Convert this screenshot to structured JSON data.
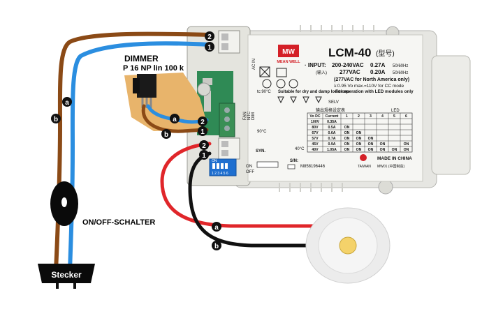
{
  "colors": {
    "brown": "#8b4a16",
    "blue": "#2b8ee0",
    "red": "#e0262a",
    "black": "#111111",
    "dimmer_box": "#e8b46b",
    "brand_red": "#d42027",
    "driver_body": "#f3f3f0",
    "pcb_green": "#2f8a55"
  },
  "dimmer": {
    "title": "DIMMER",
    "subtitle": "P 16 NP lin 100 k"
  },
  "labels": {
    "switch": "ON/OFF-SCHALTER",
    "plug": "Stecker"
  },
  "markers": {
    "a": "a",
    "b": "b",
    "one": "1",
    "two": "2"
  },
  "driver": {
    "brand": "MEAN WELL",
    "brand_logo": "MW",
    "model": "LCM-40",
    "model_suffix": "(型号)",
    "acin": "AC IN",
    "input_label": "· INPUT:",
    "input_line1_v": "200-240VAC",
    "input_line1_a": "0.27A",
    "input_line1_hz": "50/60Hz",
    "input_cn": "(输入)",
    "input_line2_v": "277VAC",
    "input_line2_a": "0.20A",
    "input_line2_hz": "50/60Hz",
    "input_note": "(277VAC for North America only)",
    "pf_line": "λ:0.95  Vo max.=110V for CC mode",
    "tc": "tc:90°C",
    "dry_damp": "Suitable for dry and damp locations",
    "led_note": "For operation with LED modules only",
    "selv": "SELV",
    "table_title": "输出规格设定表",
    "table_headers": [
      "Vo DC",
      "Current",
      "1",
      "2",
      "3",
      "4",
      "5",
      "6"
    ],
    "table_rows": [
      [
        "100V",
        "0.35A",
        "",
        "",
        "",
        "",
        "",
        ""
      ],
      [
        "80V",
        "0.5A",
        "ON",
        "",
        "",
        "",
        "",
        ""
      ],
      [
        "67V",
        "0.6A",
        "ON",
        "ON",
        "",
        "",
        "",
        ""
      ],
      [
        "57V",
        "0.7A",
        "ON",
        "ON",
        "ON",
        "",
        "",
        ""
      ],
      [
        "45V",
        "0.9A",
        "ON",
        "ON",
        "ON",
        "ON",
        "",
        "ON"
      ],
      [
        "40V",
        "1.05A",
        "ON",
        "ON",
        "ON",
        "ON",
        "ON",
        "ON"
      ]
    ],
    "side_labels": [
      "FAN",
      "NTC",
      "DIM",
      "SYN."
    ],
    "syn": "SYN.",
    "sn": "S/N:",
    "serial": "M858196446",
    "made_in": "MADE IN CHINA",
    "taiwan": "TAIWAN",
    "mw_code": "MW01 (中国制造)",
    "switch_on": "ON",
    "switch_off": "OFF",
    "dip_numbers": "1 2 3 4 5 6",
    "on_small": "ON",
    "temp_note": "90°C",
    "led_code": "LED",
    "temp40": "40°C"
  }
}
